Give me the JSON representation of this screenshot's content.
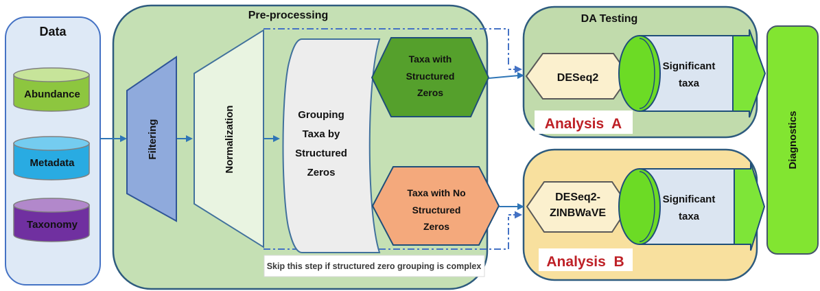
{
  "data_panel": {
    "title": "Data",
    "cylinders": [
      {
        "label": "Abundance",
        "color": "#8dc63f"
      },
      {
        "label": "Metadata",
        "color": "#29abe2"
      },
      {
        "label": "Taxonomy",
        "color": "#7030a0"
      }
    ]
  },
  "preprocessing": {
    "title": "Pre-processing",
    "filtering_label": "Filtering",
    "normalization_label": "Normalization",
    "grouping_lines": [
      "Grouping",
      "Taxa by",
      "Structured",
      "Zeros"
    ],
    "hex_structured": [
      "Taxa with",
      "Structured",
      "Zeros"
    ],
    "hex_no_structured": [
      "Taxa with No",
      "Structured",
      "Zeros"
    ],
    "note": "Skip this step if structured zero grouping is complex"
  },
  "da_testing": {
    "title": "DA Testing",
    "method": "DESeq2",
    "significant": [
      "Significant",
      "taxa"
    ],
    "analysis_label": "Analysis  A"
  },
  "analysis_b": {
    "method_lines": [
      "DESeq2-",
      "ZINBWaVE"
    ],
    "significant": [
      "Significant",
      "taxa"
    ],
    "analysis_label": "Analysis  B"
  },
  "diagnostics_label": "Diagnostics",
  "colors": {
    "analysis_red": "#be2026",
    "panel_green": "#c5e0b4",
    "panel_sage": "#c1dbac",
    "panel_yellow": "#f8e09e",
    "data_panel_blue": "#dee9f6",
    "filter_blue": "#8faadc",
    "normalization_pale": "#e9f4e1",
    "grouping_gray": "#ededed",
    "hex_green": "#55a02c",
    "hex_orange": "#f4a97c",
    "hex_cream": "#fbf0ce",
    "cylinder_blue": "#dbe5f1",
    "cap_green": "#6cdb25",
    "arrow_green": "#7ee538",
    "diagnostics_green": "#82e531",
    "connector_blue": "#2e75b6",
    "dashdot_blue": "#4472c4"
  }
}
